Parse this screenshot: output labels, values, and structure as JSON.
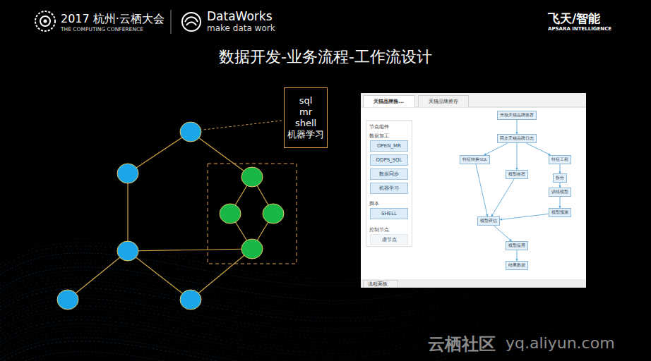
{
  "diagram": {
    "title": "数据开发-业务流程-工作流设计",
    "nodes": [
      {
        "text": [
          "sql mr shell 机器学习"
        ]
      },
      {
        "text": [
          "天猫品牌推..."
        ]
      },
      {
        "text": [
          "天猫品牌推荐"
        ]
      },
      {
        "text": [
          "节点组件",
          "数据加工",
          "脚本",
          "控制节点"
        ]
      },
      {
        "text": [
          "OPEN_MR"
        ],
        "in": 3
      },
      {
        "text": [
          "ODPS_SQL"
        ],
        "in": 3
      },
      {
        "text": [
          "数据同步"
        ],
        "in": 3
      },
      {
        "text": [
          "机器学习"
        ],
        "in": 3
      },
      {
        "text": [
          "SHELL"
        ],
        "in": 3
      },
      {
        "text": [
          "虚节点"
        ],
        "in": 3
      },
      {
        "text": [
          "开始天猫品牌推荐"
        ]
      },
      {
        "text": [
          "同步天猫品牌日志"
        ]
      },
      {
        "text": [
          "特征转换SQL"
        ]
      },
      {
        "text": [
          "模型推荐"
        ]
      },
      {
        "text": [
          "特征工程"
        ]
      },
      {
        "text": [
          "拆分"
        ]
      },
      {
        "text": [
          "训练模型"
        ]
      },
      {
        "text": [
          "模型预测"
        ]
      },
      {
        "text": [
          "模型评估"
        ]
      },
      {
        "text": [
          "模型应用"
        ]
      },
      {
        "text": [
          "结果数据"
        ]
      },
      {
        "text": [
          "流程面板"
        ]
      }
    ],
    "edges": [
      {
        "from": 10,
        "to": 11,
        "arrow": "to"
      },
      {
        "from": 11,
        "to": 12,
        "arrow": "to"
      },
      {
        "from": 11,
        "to": 13,
        "arrow": "to"
      },
      {
        "from": 11,
        "to": 14,
        "arrow": "to"
      },
      {
        "from": 14,
        "to": 15,
        "arrow": "to"
      },
      {
        "from": 15,
        "to": 16,
        "arrow": "to"
      },
      {
        "from": 16,
        "to": 17,
        "arrow": "to"
      },
      {
        "from": 12,
        "to": 18,
        "arrow": "to"
      },
      {
        "from": 13,
        "to": 18,
        "arrow": "to"
      },
      {
        "from": 17,
        "to": 18,
        "arrow": "to"
      },
      {
        "from": 18,
        "to": 19,
        "arrow": "to"
      },
      {
        "from": 19,
        "to": 20,
        "arrow": "to"
      }
    ],
    "labels": [
      "2017 杭州·云栖大会",
      "THE COMPUTING CONFERENCE",
      "DataWorks",
      "make data work",
      "飞天/智能",
      "APSARA INTELLIGENCE",
      "云栖社区",
      "yq.aliyun.com"
    ]
  }
}
